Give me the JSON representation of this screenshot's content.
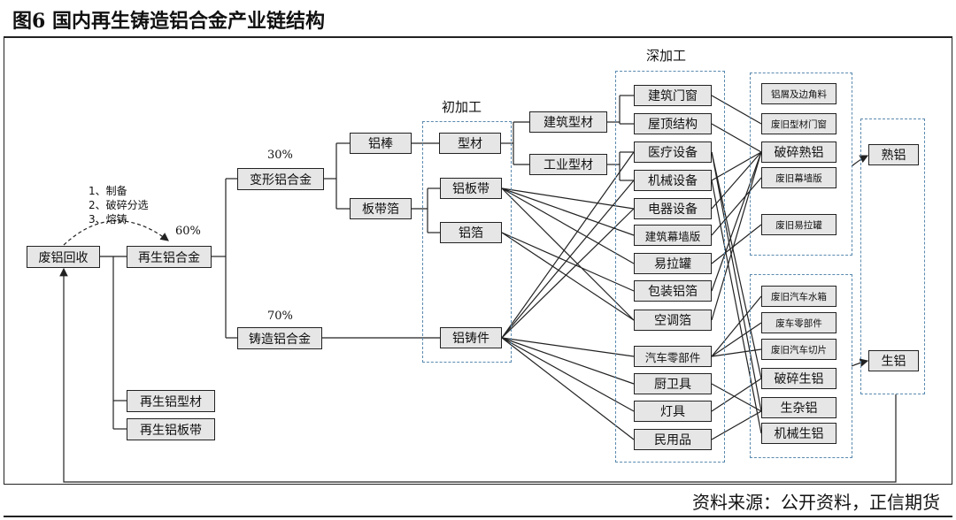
{
  "title": "图6 国内再生铸造铝合金产业链结构",
  "source": "资料来源：公开资料，正信期货",
  "sections": {
    "primary": "初加工",
    "deep": "深加工"
  },
  "percents": {
    "p60": "60%",
    "p30": "30%",
    "p70": "70%"
  },
  "steps": [
    "1、制备",
    "2、破碎分选",
    "3、熔铸"
  ],
  "nodes": {
    "waste": "废铝回收",
    "recycled": "再生铝合金",
    "deformed": "变形铝合金",
    "cast": "铸造铝合金",
    "profile": "再生铝型材",
    "strip": "再生铝板带",
    "rod": "铝棒",
    "sheet": "板带箔",
    "xingcai": "型材",
    "banbandai": "铝板带",
    "lvbo": "铝箔",
    "zhujian": "铝铸件",
    "jianzhu": "建筑型材",
    "gongye": "工业型材",
    "d1": "建筑门窗",
    "d2": "屋顶结构",
    "d3": "医疗设备",
    "d4": "机械设备",
    "d5": "电器设备",
    "d6": "建筑幕墙版",
    "d7": "易拉罐",
    "d8": "包装铝箔",
    "d9": "空调箔",
    "d10": "汽车零部件",
    "d11": "厨卫具",
    "d12": "灯具",
    "d13": "民用品",
    "s1": "铝屑及边角料",
    "s2": "废旧型材门窗",
    "s3": "破碎熟铝",
    "s4": "废旧幕墙版",
    "s5": "废旧易拉罐",
    "s6": "废旧汽车水箱",
    "s7": "废车零部件",
    "s8": "废旧汽车切片",
    "s9": "破碎生铝",
    "s10": "生杂铝",
    "s11": "机械生铝",
    "shulv": "熟铝",
    "shenglv": "生铝"
  }
}
